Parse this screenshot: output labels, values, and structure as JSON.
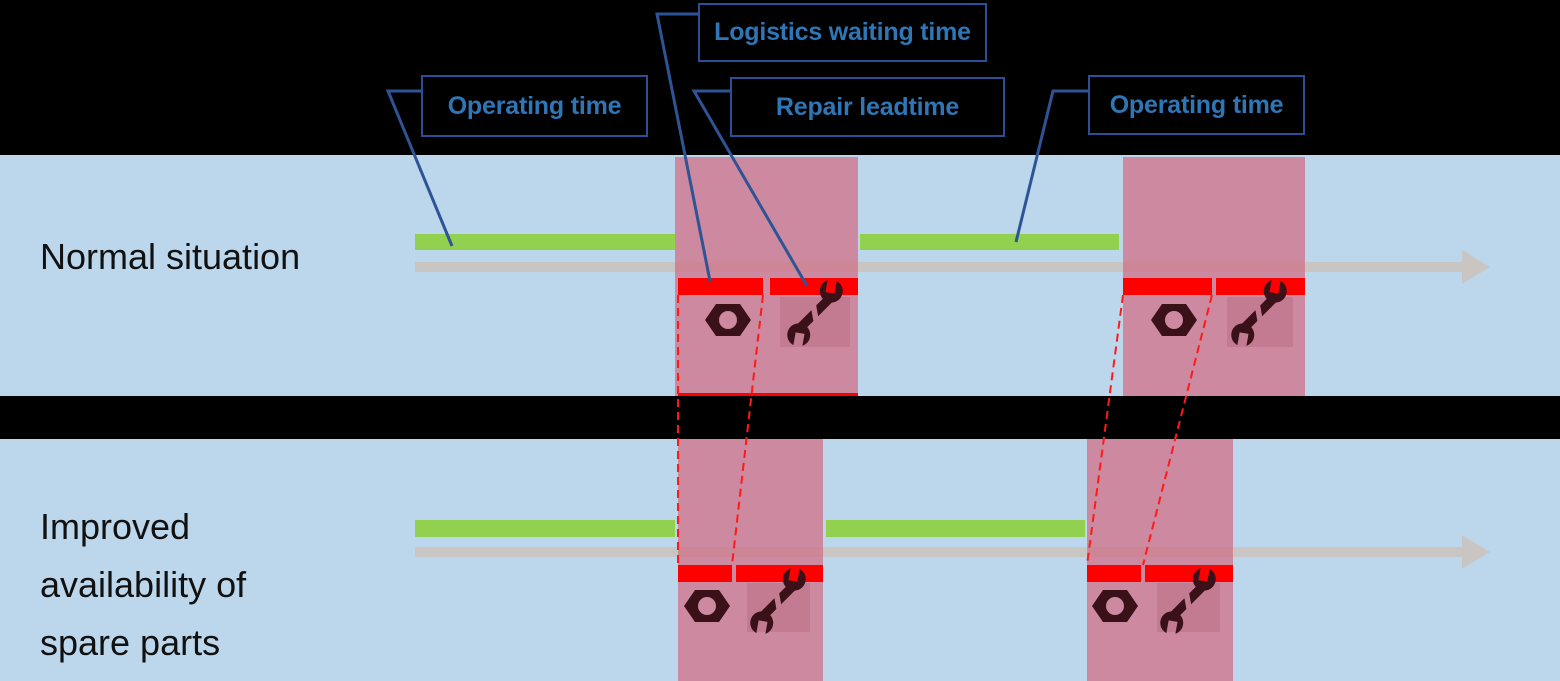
{
  "diagram_title": "",
  "title_labels": {
    "operating_time_left": "Operating time",
    "logistics_waiting_time": "Logistics waiting time",
    "repair_leadtime": "Repair leadtime",
    "operating_time_right": "Operating time"
  },
  "rows": [
    {
      "id": "normal-situation",
      "label": "Normal situation",
      "label_lines": [
        "Normal situation"
      ],
      "downtime_regions": 2,
      "icons_per_region": [
        "nut-icon",
        "wrench-icon"
      ]
    },
    {
      "id": "improved-availability",
      "label": "Improved availability of spare parts",
      "label_lines": [
        "Improved",
        "availability of",
        "spare parts"
      ],
      "downtime_regions": 2,
      "icons_per_region": [
        "nut-icon",
        "wrench-icon"
      ]
    }
  ],
  "colors": {
    "band_black": "#000000",
    "background_blue": "#BCD7EC",
    "operating_green": "#92D050",
    "timeline_gray": "#C9C5C2",
    "downtime_pink": "#D0768C",
    "downtime_pink_opacity": 0.8,
    "red": "#FF0000",
    "dashed_red": "#FF1A1A",
    "callout_line_blue": "#2F5496",
    "box_border_blue": "#2B4F97",
    "label_text_blue": "#2E76B6",
    "row_label_black": "#111111",
    "icon_maroon": "#3A1119",
    "icon_box_tint": "rgba(155,60,85,0.18)"
  }
}
